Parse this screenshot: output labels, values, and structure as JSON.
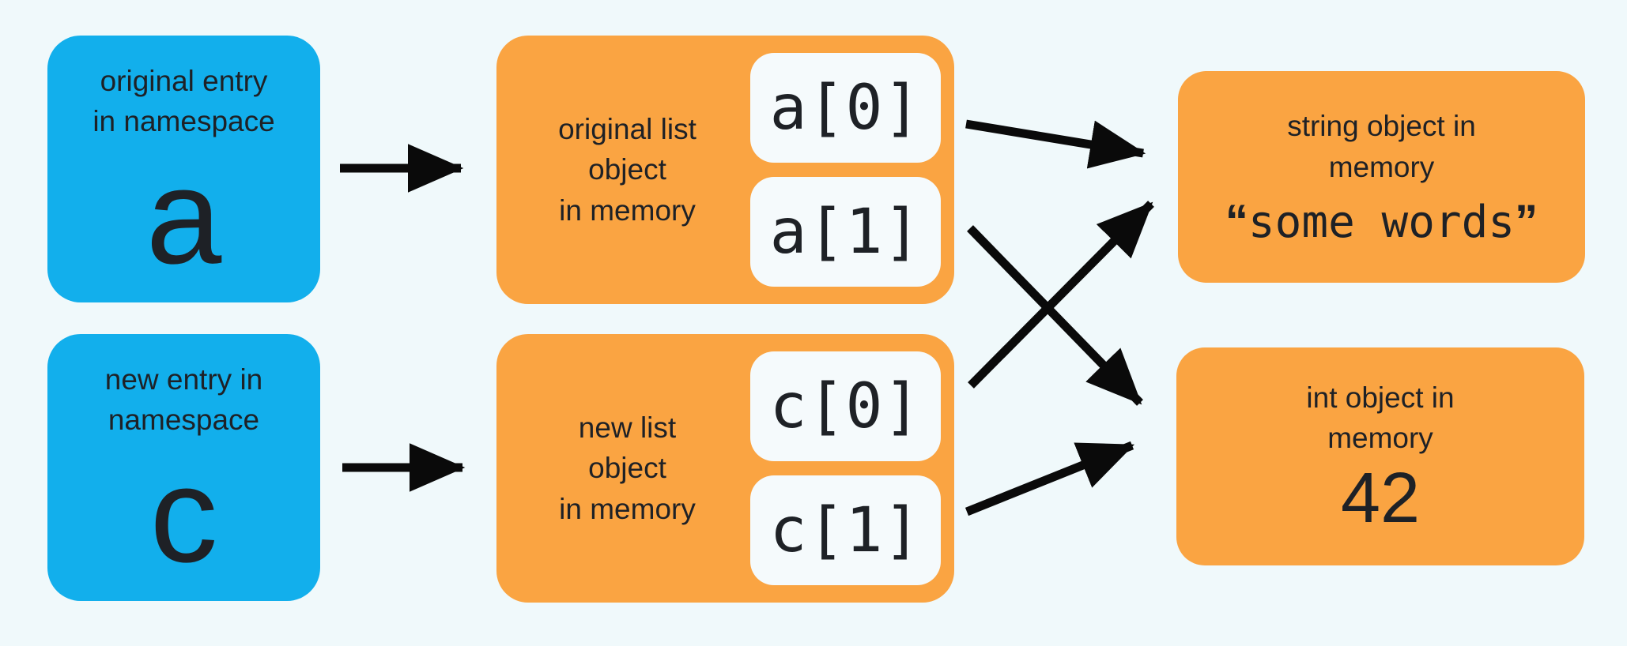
{
  "colors": {
    "background": "#F0F9FB",
    "namespace_box": "#12AFEC",
    "memory_box": "#FAA442",
    "slot_background": "#F5FAFC",
    "text": "#1E2126",
    "arrow": "#0A0A0A"
  },
  "ns_a": {
    "line1": "original entry",
    "line2": "in namespace",
    "var": "a"
  },
  "ns_c": {
    "line1": "new entry in",
    "line2": "namespace",
    "var": "c"
  },
  "list_a": {
    "line1": "original list",
    "line2": "object",
    "line3": "in memory",
    "slot1": "a[0]",
    "slot2": "a[1]"
  },
  "list_c": {
    "line1": "new list",
    "line2": "object",
    "line3": "in memory",
    "slot1": "c[0]",
    "slot2": "c[1]"
  },
  "str_obj": {
    "line1": "string object in",
    "line2": "memory",
    "quote_open": "“",
    "value": "some words",
    "quote_close": "”"
  },
  "int_obj": {
    "line1": "int object in",
    "line2": "memory",
    "value": "42"
  },
  "arrows": [
    {
      "from": "namespace a",
      "to": "original list object in memory"
    },
    {
      "from": "namespace c",
      "to": "new list object in memory"
    },
    {
      "from": "a[0]",
      "to": "string object in memory"
    },
    {
      "from": "a[1]",
      "to": "int object in memory"
    },
    {
      "from": "c[0]",
      "to": "string object in memory"
    },
    {
      "from": "c[1]",
      "to": "int object in memory"
    }
  ]
}
